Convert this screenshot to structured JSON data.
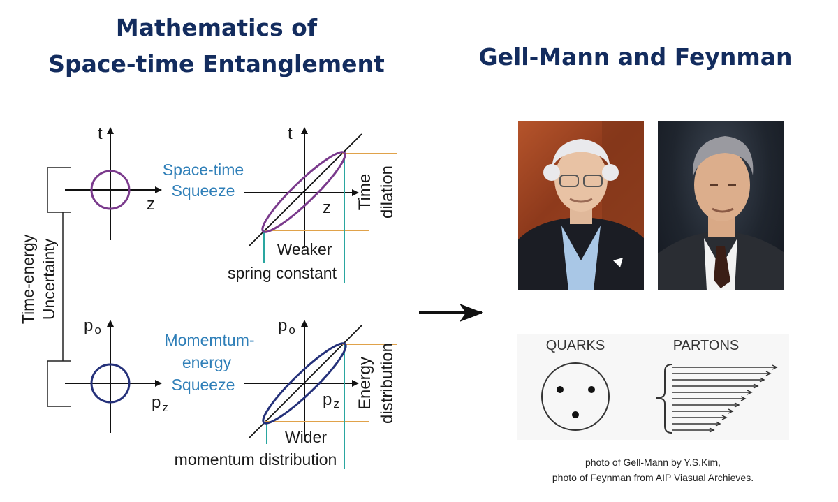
{
  "titles": {
    "left": [
      "Mathematics of",
      "Space-time Entanglement"
    ],
    "right": "Gell-Mann and Feynman"
  },
  "diagram": {
    "side_label": [
      "Time-energy",
      "Uncertainty"
    ],
    "top": {
      "axis_v": "t",
      "axis_h": "z",
      "squeeze_label": [
        "Space-time",
        "Squeeze"
      ],
      "right_axis_v": "t",
      "right_axis_h": "z",
      "bracket_label": [
        "Time",
        "dilation"
      ],
      "bottom_label": [
        "Weaker",
        "spring constant"
      ]
    },
    "bottom": {
      "axis_v": "p",
      "axis_v_sub": "o",
      "axis_h": "p",
      "axis_h_sub": "z",
      "squeeze_label": [
        "Momemtum-",
        "energy",
        "Squeeze"
      ],
      "right_axis_v": "p",
      "right_axis_v_sub": "o",
      "right_axis_h": "p",
      "right_axis_h_sub": "z",
      "bracket_label": [
        "Energy",
        "distribution"
      ],
      "bottom_label": [
        "Wider",
        "momentum distribution"
      ]
    }
  },
  "quarks_panel": {
    "quarks_label": "QUARKS",
    "partons_label": "PARTONS"
  },
  "caption": [
    "photo of Gell-Mann by Y.S.Kim,",
    "photo of Feynman from AIP Viasual Archieves."
  ],
  "colors": {
    "title": "#132c5e",
    "squeeze_text": "#2f7fb8",
    "ellipse_top": "#7a3a8c",
    "ellipse_bottom": "#25317a",
    "orange_line": "#e0a24a",
    "teal_line": "#2aa6a0"
  }
}
